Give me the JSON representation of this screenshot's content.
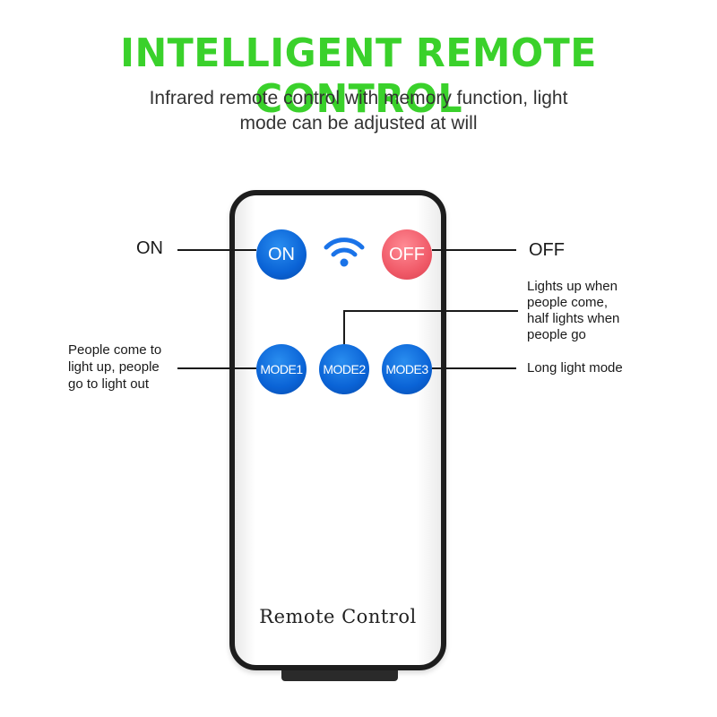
{
  "header": {
    "title": "INTELLIGENT REMOTE CONTROL",
    "subtitle_line1": "Infrared remote control with memory function, light",
    "subtitle_line2": "mode can be adjusted at will"
  },
  "remote": {
    "on_button": "ON",
    "off_button": "OFF",
    "mode1_button": "MODE1",
    "mode2_button": "MODE2",
    "mode3_button": "MODE3",
    "label": "Remote Control",
    "signal_icon": "wifi-signal-icon"
  },
  "callouts": {
    "on": "ON",
    "off": "OFF",
    "mode1": [
      "People come to",
      "light up, people",
      "go to light out"
    ],
    "mode2": [
      "Lights up when",
      "people come,",
      "half lights when",
      "people go"
    ],
    "mode3": "Long light mode"
  },
  "colors": {
    "title_green": "#3ad12b",
    "button_blue": "#0a63d6",
    "button_red": "#f05a68",
    "remote_border": "#1d1d1d"
  }
}
